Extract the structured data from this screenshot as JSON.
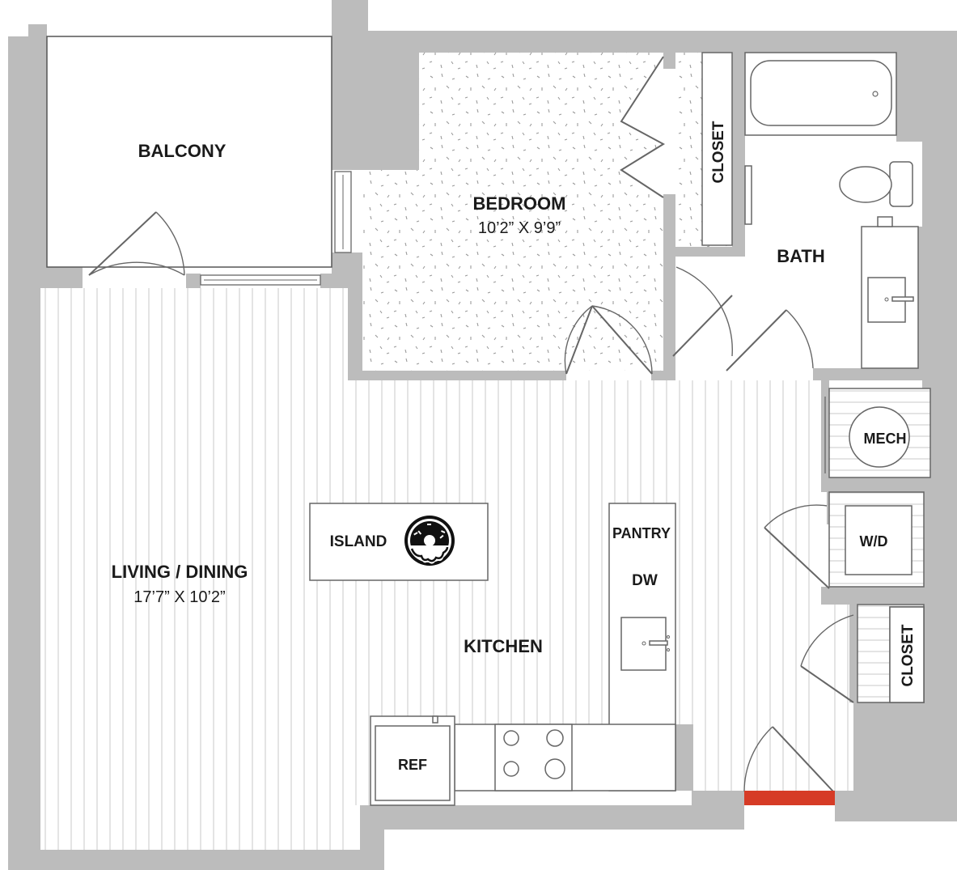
{
  "rooms": {
    "balcony": {
      "label": "BALCONY"
    },
    "bedroom": {
      "label": "BEDROOM",
      "dimensions": "10’2” X 9’9”"
    },
    "bedroom_closet": {
      "label": "CLOSET"
    },
    "bath": {
      "label": "BATH"
    },
    "living_dining": {
      "label": "LIVING / DINING",
      "dimensions": "17’7” X 10’2”"
    },
    "kitchen": {
      "label": "KITCHEN"
    },
    "mech": {
      "label": "MECH"
    },
    "wd": {
      "label": "W/D"
    },
    "hall_closet": {
      "label": "CLOSET"
    }
  },
  "fixtures": {
    "island": "ISLAND",
    "pantry": "PANTRY",
    "dishwasher": "DW",
    "refrigerator": "REF"
  },
  "colors": {
    "wall": "#bcbcbc",
    "entry_marker": "#d63b26",
    "text": "#1a1a1a"
  }
}
